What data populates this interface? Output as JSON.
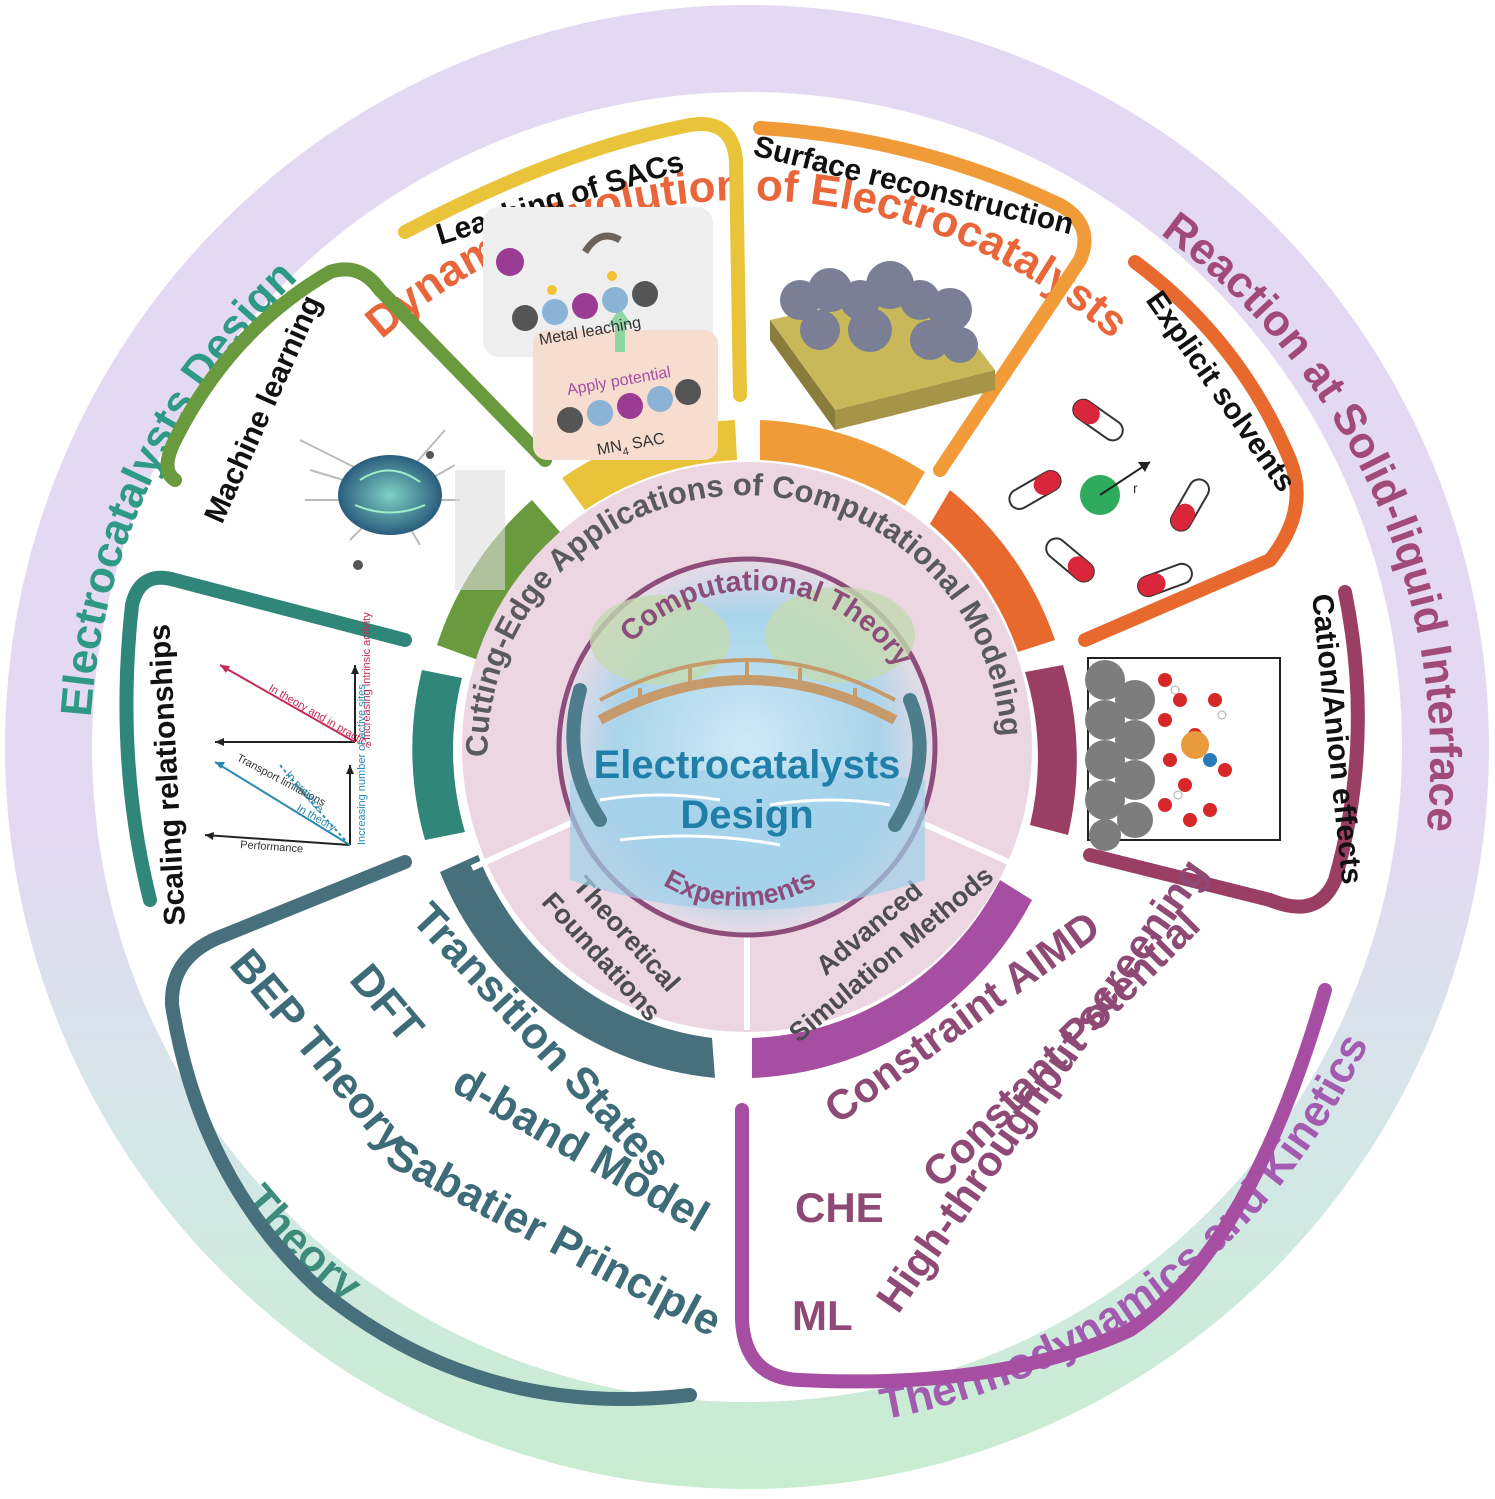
{
  "outer_ring": {
    "top": "Dynamic Evolution of Electrocatalysts",
    "left": "Electrocatalysts Design",
    "right": "Reaction at Solid-liquid Interface",
    "bottom_left": "Theory",
    "bottom_right": "Thermodynamics and Kinetics"
  },
  "segments": {
    "machine_learning": "Machine learning",
    "leaching": "Leaching of SACs",
    "surface": "Surface reconstruction",
    "explicit": "Explicit solvents",
    "cation": "Cation/Anion effects",
    "scaling": "Scaling relationships"
  },
  "leaching_panel": {
    "metal_leaching": "Metal leaching",
    "apply_potential": "Apply potential",
    "mn4_sac": "MN",
    "mn4_sub": "4",
    "mn4_suffix": " SAC"
  },
  "explicit_panel": {
    "r_label": "r"
  },
  "scaling_panel": {
    "red_label": "In theory and in practice",
    "red_axis": "Increasing intrinsic activity",
    "blue_axis": "Increasing number of active sites",
    "transport": "Transport limitations",
    "in_practice": "In practice",
    "in_theory": "In theory",
    "performance": "Performance"
  },
  "theory_items": {
    "transition_states": "Transition States",
    "dft": "DFT",
    "bep": "BEP Theory",
    "dband": "d-band Model",
    "sabatier": "Sabatier Principle"
  },
  "thermo_items": {
    "aimd": "Constraint AIMD",
    "constant_potential": "Constant Potential",
    "hts": "High-throughput screening",
    "che": "CHE",
    "ml": "ML"
  },
  "inner_ring": {
    "applications": "Cutting-Edge Applications of Computational Modeling",
    "foundations_1": "Theoretical",
    "foundations_2": "Foundations",
    "advanced_1": "Advanced",
    "advanced_2": "Simulation Methods"
  },
  "center": {
    "computational_theory": "Computational Theory",
    "title_1": "Electrocatalysts",
    "title_2": "Design",
    "experiments": "Experiments"
  },
  "colors": {
    "purple_bg": "#e3d6f2",
    "green_bg": "#c9ecd3",
    "orange_title": "#e8663a",
    "teal_title": "#2e9a86",
    "plum_title": "#a14a78",
    "purple_title": "#a35bb0",
    "green_arc": "#6a9a3e",
    "yellow_arc": "#e9c43a",
    "orange_arc": "#f09a38",
    "red_orange_arc": "#e8692e",
    "plum_arc": "#9a3e63",
    "teal_arc": "#2f8679",
    "slate_arc": "#486f7c",
    "magenta_arc": "#a64ea2",
    "inner_pink": "#ecd6e2",
    "inner_border": "#8d4d7a"
  }
}
